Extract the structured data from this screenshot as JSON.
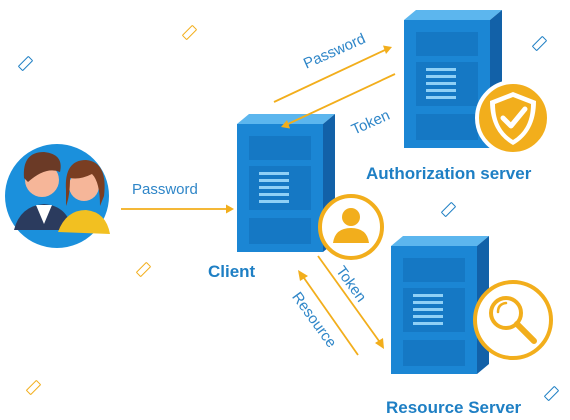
{
  "diagram": {
    "nodes": {
      "user": {
        "icon": "users-pair-icon"
      },
      "client": {
        "label": "Client",
        "icon": "server-icon",
        "badge_icon": "user-icon"
      },
      "auth_server": {
        "label": "Authorization server",
        "icon": "server-icon",
        "badge_icon": "shield-check-icon"
      },
      "resource_server": {
        "label": "Resource Server",
        "icon": "server-icon",
        "badge_icon": "magnifier-icon"
      }
    },
    "edges": [
      {
        "from": "user",
        "to": "client",
        "label": "Password"
      },
      {
        "from": "client",
        "to": "auth_server",
        "label": "Password"
      },
      {
        "from": "auth_server",
        "to": "client",
        "label": "Token"
      },
      {
        "from": "client",
        "to": "resource_server",
        "label": "Token"
      },
      {
        "from": "resource_server",
        "to": "client",
        "label": "Resource"
      }
    ]
  },
  "colors": {
    "server_front": "#1b86d4",
    "server_side": "#1261a8",
    "server_top": "#5cb6ee",
    "accent": "#f2ae1c",
    "arrow": "#f2ae1c",
    "label": "#1e7fc4"
  }
}
